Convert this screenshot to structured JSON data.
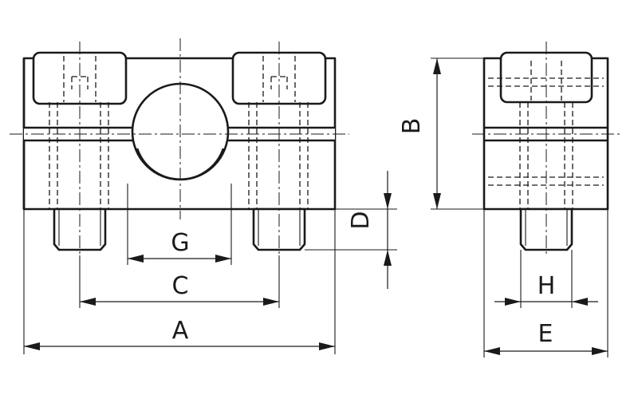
{
  "dimensions": {
    "A": "A",
    "B": "B",
    "C": "C",
    "D": "D",
    "E": "E",
    "G": "G",
    "H": "H"
  },
  "colors": {
    "line": "#1a1a1a",
    "background": "#ffffff"
  }
}
